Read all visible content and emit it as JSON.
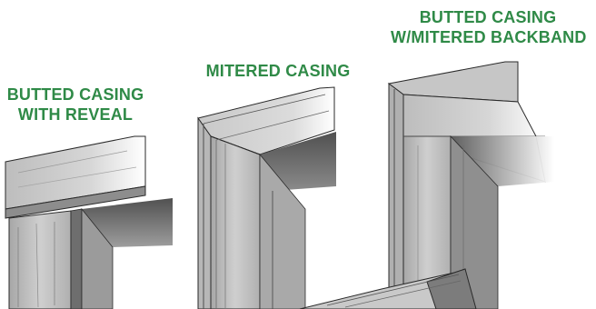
{
  "labels": {
    "butted_reveal": {
      "line1": "BUTTED CASING",
      "line2": "WITH REVEAL"
    },
    "mitered": {
      "line1": "MITERED CASING"
    },
    "backband": {
      "line1": "BUTTED CASING",
      "line2": "W/MITERED BACKBAND"
    }
  },
  "colors": {
    "label_green": "#2f8a47",
    "wood_light": "#cfcfcf",
    "wood_mid": "#9a9a9a",
    "wood_dark": "#4a4a4a",
    "outline": "#2a2a2a"
  }
}
